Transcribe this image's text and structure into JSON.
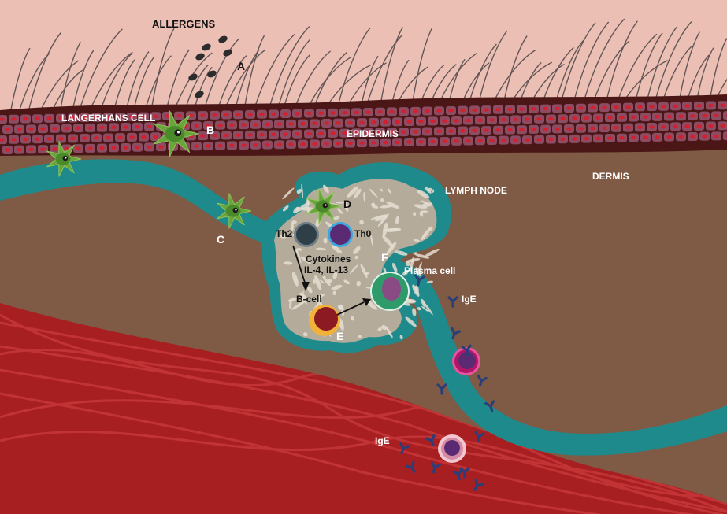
{
  "labels": {
    "allergens": "ALLERGENS",
    "a": "A",
    "langerhans": "LANGERHANS CELL",
    "b": "B",
    "epidermis": "EPIDERMIS",
    "dermis": "DERMIS",
    "lymph_node": "LYMPH NODE",
    "c": "C",
    "d": "D",
    "th2": "Th2",
    "th0": "Th0",
    "cytokines_1": "Cytokines",
    "cytokines_2": "IL-4, IL-13",
    "f": "F",
    "plasma_cell": "Plasma cell",
    "ige_lymph": "IgE",
    "b_cell": "B-cell",
    "e": "E",
    "ige_blood": "IgE"
  },
  "colors": {
    "skin_surface": "#ecbfb5",
    "epidermis": "#4a1616",
    "epidermis_cell": "#8a4d63",
    "dermis": "#7f5a45",
    "lymph_vessel": "#1f8a8c",
    "lymph_node_core": "#b5ab9a",
    "blood_vessel": "#a81f22",
    "langerhans": "#6aa53c",
    "plasma_cell": "#2f9b6b",
    "b_cell": "#8b1a22",
    "th0": "#5a2a73",
    "th2": "#2e3f47",
    "ige": "#2a3f7a"
  }
}
